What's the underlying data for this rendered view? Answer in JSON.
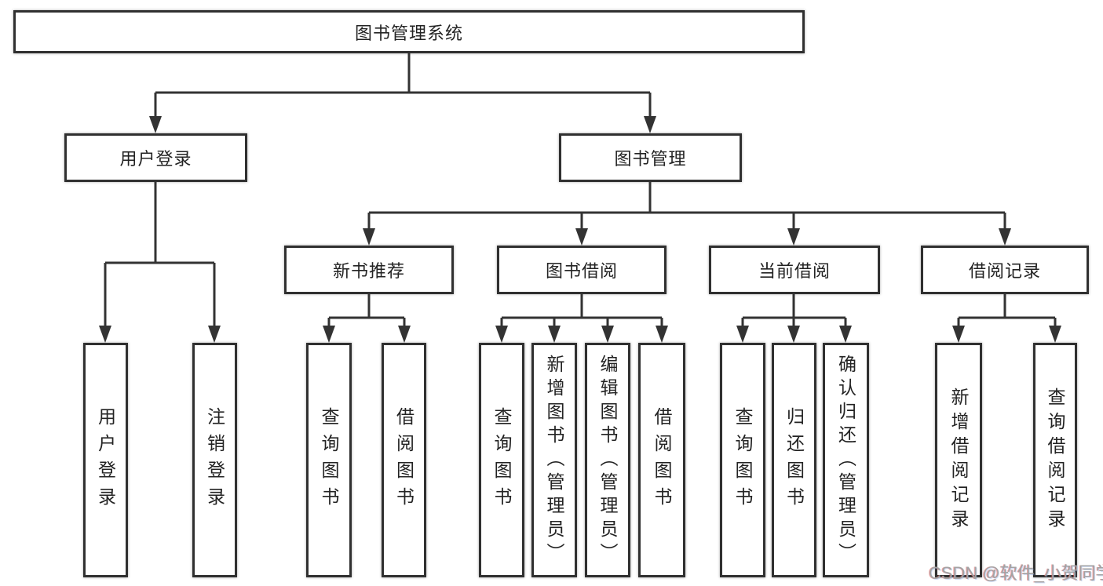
{
  "tree": {
    "label": "图书管理系统",
    "children": [
      {
        "label": "用户登录",
        "children": [
          {
            "label": "用户登录"
          },
          {
            "label": "注销登录"
          }
        ]
      },
      {
        "label": "图书管理",
        "children": [
          {
            "label": "新书推荐",
            "children": [
              {
                "label": "查询图书"
              },
              {
                "label": "借阅图书"
              }
            ]
          },
          {
            "label": "图书借阅",
            "children": [
              {
                "label": "查询图书"
              },
              {
                "label": "新增图书（管理员）"
              },
              {
                "label": "编辑图书（管理员）"
              },
              {
                "label": "借阅图书"
              }
            ]
          },
          {
            "label": "当前借阅",
            "children": [
              {
                "label": "查询图书"
              },
              {
                "label": "归还图书"
              },
              {
                "label": "确认归还（管理员）"
              }
            ]
          },
          {
            "label": "借阅记录",
            "children": [
              {
                "label": "新增借阅记录"
              },
              {
                "label": "查询借阅记录"
              }
            ]
          }
        ]
      }
    ]
  },
  "watermark": {
    "text": "CSDN @软件_小贺同学"
  },
  "colors": {
    "line": "#333333",
    "box_border": "#303030",
    "text": "#232323",
    "watermark": "#a3a3a3",
    "background": "#ffffff"
  }
}
